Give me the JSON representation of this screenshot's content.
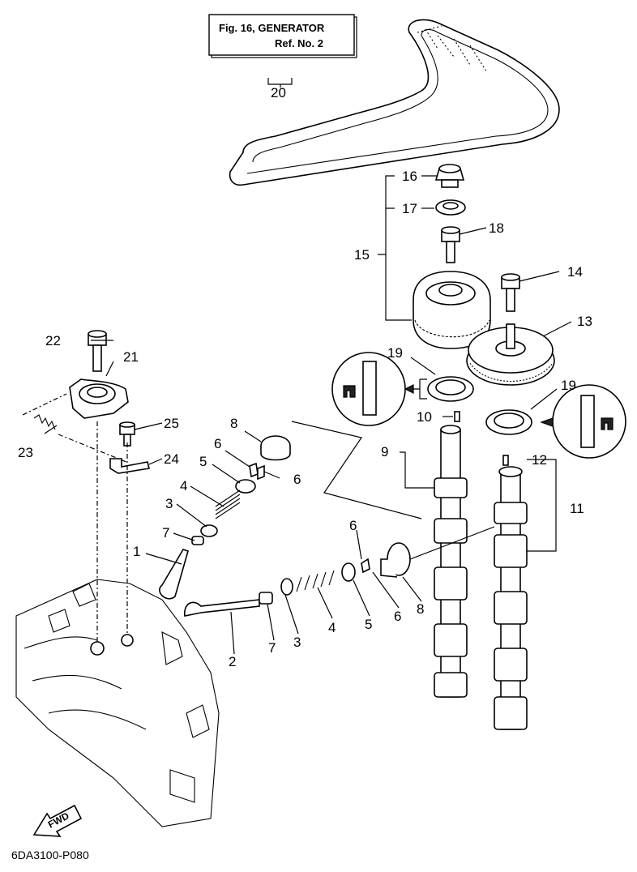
{
  "reference_box": {
    "line1": "Fig. 16, GENERATOR",
    "line2": "Ref. No. 2"
  },
  "diagram_code": "6DA3100-P080",
  "direction_badge": "FWD",
  "callouts": {
    "c1": "1",
    "c2": "2",
    "c3a": "3",
    "c3b": "3",
    "c4a": "4",
    "c4b": "4",
    "c5a": "5",
    "c5b": "5",
    "c6a": "6",
    "c6b": "6",
    "c6c": "6",
    "c6d": "6",
    "c7a": "7",
    "c7b": "7",
    "c8a": "8",
    "c8b": "8",
    "c9": "9",
    "c10": "10",
    "c11": "11",
    "c12": "12",
    "c13": "13",
    "c14": "14",
    "c15": "15",
    "c16": "16",
    "c17": "17",
    "c18": "18",
    "c19a": "19",
    "c19b": "19",
    "c20": "20",
    "c21": "21",
    "c22": "22",
    "c23": "23",
    "c24": "24",
    "c25": "25"
  }
}
